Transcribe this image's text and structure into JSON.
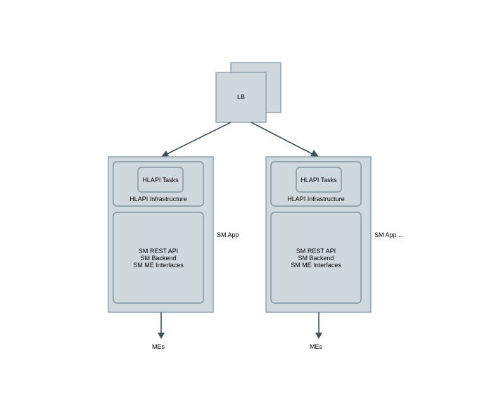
{
  "lb": {
    "label": "LB"
  },
  "apps": [
    {
      "tasks_label": "HLAPI Tasks",
      "infra_label": "HLAPI Infrastructure",
      "core_lines": [
        "SM REST API",
        "SM Backend",
        "SM ME Interfaces"
      ],
      "side_label": "SM App",
      "output_label": "MEs"
    },
    {
      "tasks_label": "HLAPI Tasks",
      "infra_label": "HLAPI Infrastructure",
      "core_lines": [
        "SM REST API",
        "SM Backend",
        "SM ME Interfaces"
      ],
      "side_label": "SM App ...",
      "output_label": "MEs"
    }
  ],
  "colors": {
    "box_fill": "#cfd8dd",
    "box_stroke": "#8aa0ab",
    "edge": "#3e525c"
  }
}
